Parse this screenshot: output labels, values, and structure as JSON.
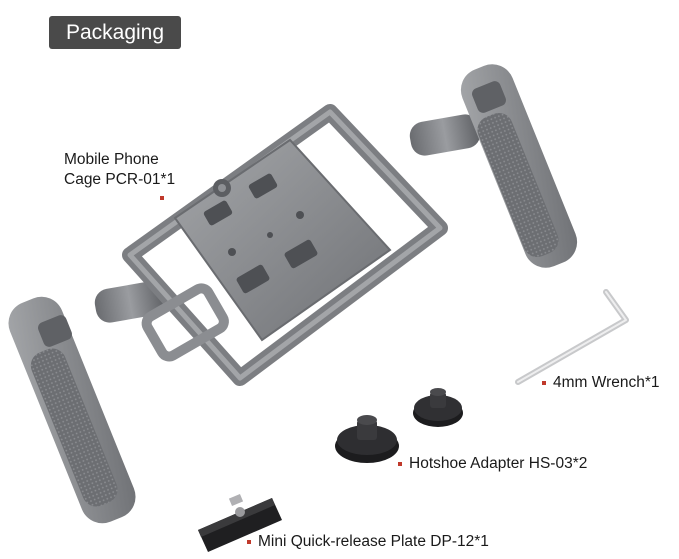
{
  "header": {
    "badge": "Packaging"
  },
  "labels": {
    "cage_line1": "Mobile Phone",
    "cage_line2": "Cage PCR-01*1",
    "wrench": "4mm Wrench*1",
    "hotshoe": "Hotshoe Adapter HS-03*2",
    "plate": "Mini Quick-release Plate DP-12*1"
  },
  "colors": {
    "badge_bg": "#4a4a4a",
    "marker": "#c0392b",
    "metal": "#8a8c8f"
  }
}
